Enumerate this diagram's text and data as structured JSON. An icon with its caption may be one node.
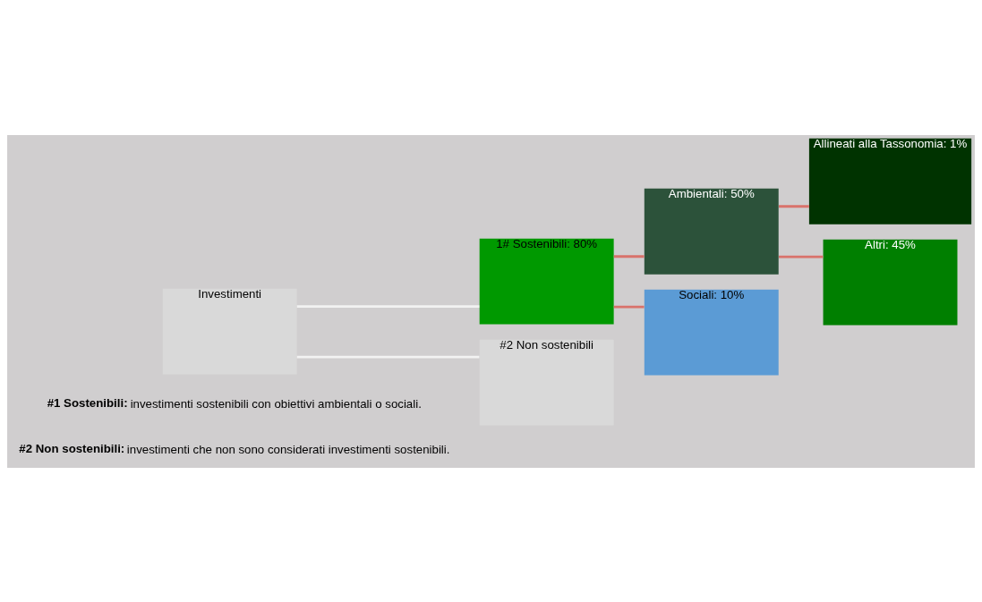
{
  "diagram": {
    "nodes": [
      {
        "text": [
          "Investimenti"
        ]
      },
      {
        "text": [
          "1# Sostenibili: 80%"
        ]
      },
      {
        "text": [
          "#2 Non sostenibili"
        ]
      },
      {
        "text": [
          "Ambientali: 50%"
        ]
      },
      {
        "text": [
          "Sociali: 10%"
        ]
      },
      {
        "text": [
          "Allineati alla Tassonomia: 1%"
        ]
      },
      {
        "text": [
          "Altri: 45%"
        ]
      }
    ],
    "edges": [
      {
        "from": 0,
        "to": 1,
        "arrow": "none",
        "color": "#f2f2f2"
      },
      {
        "from": 0,
        "to": 2,
        "arrow": "none",
        "color": "#f2f2f2"
      },
      {
        "from": 1,
        "to": 3,
        "arrow": "none"
      },
      {
        "from": 1,
        "to": 4,
        "arrow": "none"
      },
      {
        "from": 3,
        "to": 5,
        "arrow": "none"
      },
      {
        "from": 3,
        "to": 6,
        "arrow": "none"
      }
    ],
    "labels": [
      "**#1 Sostenibili:** investimenti sostenibili con obiettivi ambientali o sociali.",
      "**#2 Non sostenibili:** investimenti che non sono considerati investimenti sostenibili."
    ]
  }
}
